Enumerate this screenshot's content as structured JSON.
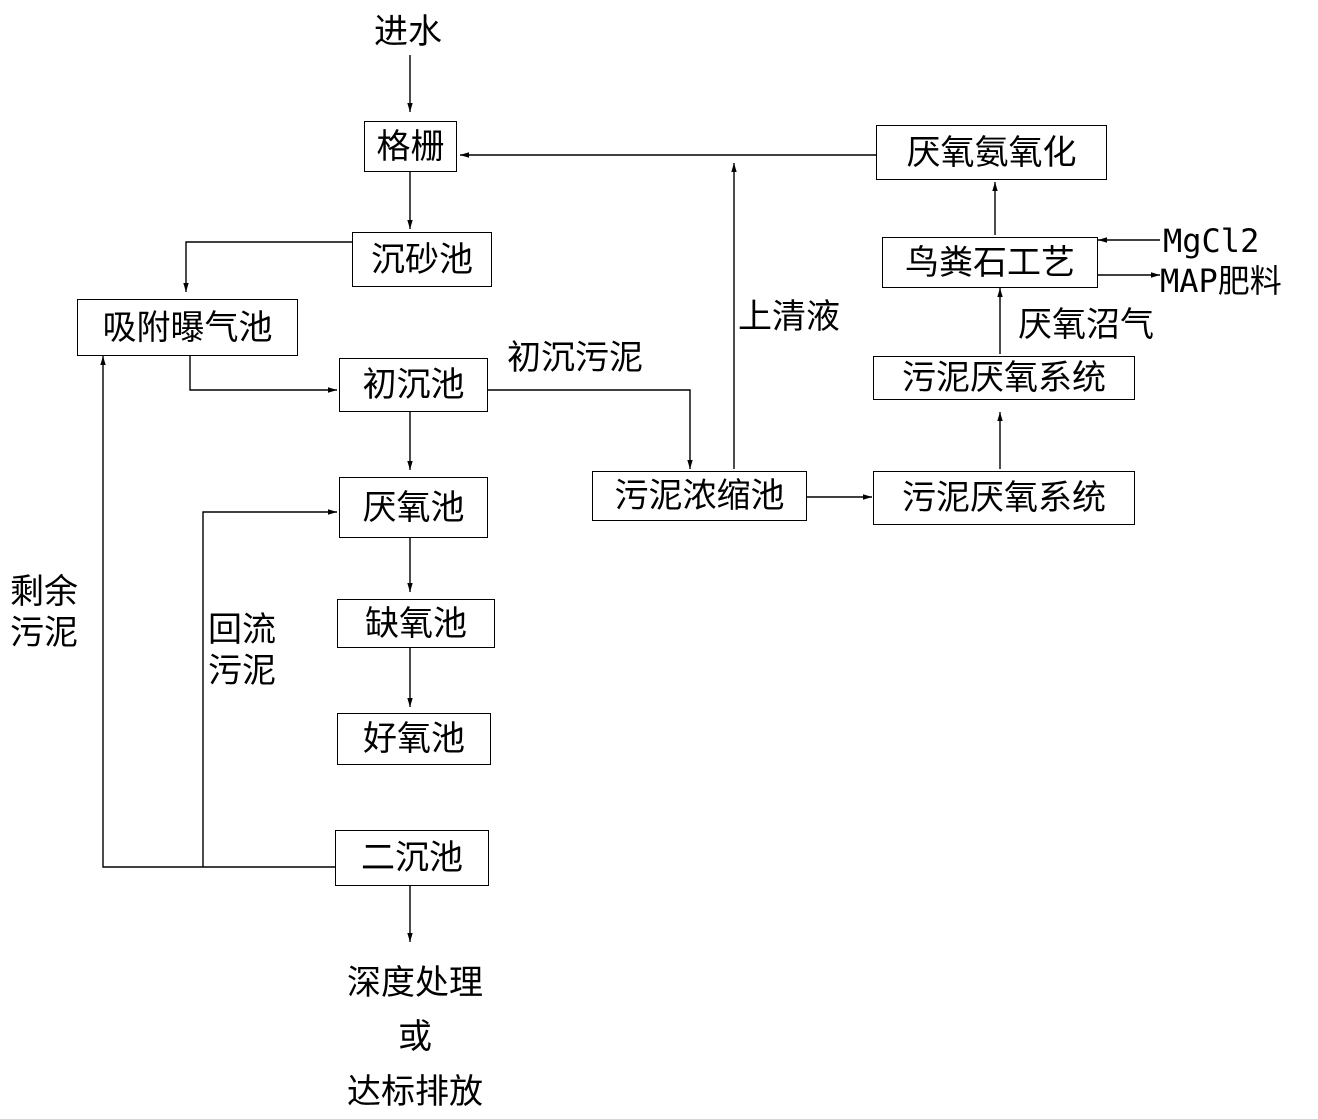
{
  "nodes": {
    "inflow": "进水",
    "grille": "格栅",
    "grit_chamber": "沉砂池",
    "adsorption_aeration_tank": "吸附曝气池",
    "primary_clarifier": "初沉池",
    "anaerobic_tank": "厌氧池",
    "anoxic_tank": "缺氧池",
    "aerobic_tank": "好氧池",
    "secondary_clarifier": "二沉池",
    "sludge_thickener": "污泥浓缩池",
    "sludge_anaerobic_system_1": "污泥厌氧系统",
    "sludge_anaerobic_system_2": "污泥厌氧系统",
    "struvite_process": "鸟粪石工艺",
    "anammox": "厌氧氨氧化"
  },
  "labels": {
    "residual_sludge": [
      "剩余",
      "污泥"
    ],
    "return_sludge": [
      "回流",
      "污泥"
    ],
    "primary_sludge": "初沉污泥",
    "supernatant": "上清液",
    "anaerobic_biogas": "厌氧沼气",
    "mgcl2": "MgCl2",
    "map_fertilizer": "MAP肥料",
    "final_outflow": [
      "深度处理",
      "或",
      "达标排放"
    ]
  },
  "colors": {
    "line": "#000000",
    "background": "#ffffff"
  }
}
